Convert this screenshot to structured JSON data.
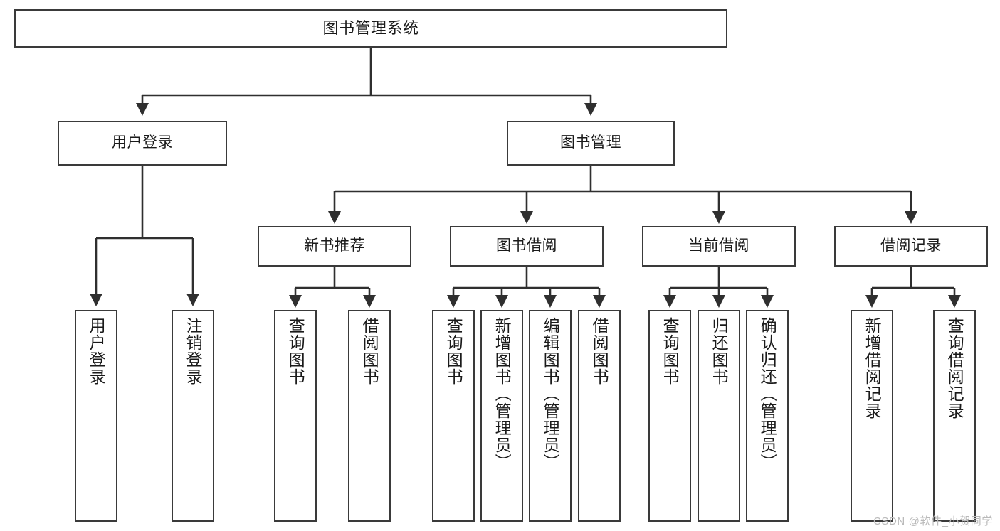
{
  "diagram": {
    "title": "图书管理系统",
    "type": "hierarchy-tree",
    "watermark": "CSDN @软件_小贺同学",
    "colors": {
      "background": "#ffffff",
      "box_border": "#3a3a3a",
      "box_fill": "#ffffff",
      "connector": "#2f2f2f",
      "text": "#1a1a1a",
      "watermark": "#b9b9b9"
    },
    "levels": {
      "level1": [
        {
          "id": "root",
          "label": "图书管理系统"
        }
      ],
      "level2": [
        {
          "id": "user-login",
          "label": "用户登录"
        },
        {
          "id": "book-manage",
          "label": "图书管理"
        }
      ],
      "level3": [
        {
          "id": "new-book-rec",
          "label": "新书推荐"
        },
        {
          "id": "book-borrow",
          "label": "图书借阅"
        },
        {
          "id": "current-borrow",
          "label": "当前借阅"
        },
        {
          "id": "borrow-record",
          "label": "借阅记录"
        }
      ],
      "leaves": {
        "user-login": [
          {
            "id": "leaf-user-login",
            "label": "用户登录"
          },
          {
            "id": "leaf-logout",
            "label": "注销登录"
          }
        ],
        "new-book-rec": [
          {
            "id": "leaf-query-book-1",
            "label": "查询图书"
          },
          {
            "id": "leaf-borrow-book-1",
            "label": "借阅图书"
          }
        ],
        "book-borrow": [
          {
            "id": "leaf-query-book-2",
            "label": "查询图书"
          },
          {
            "id": "leaf-add-book",
            "label": "新增图书（管理员）"
          },
          {
            "id": "leaf-edit-book",
            "label": "编辑图书（管理员）"
          },
          {
            "id": "leaf-borrow-book-2",
            "label": "借阅图书"
          }
        ],
        "current-borrow": [
          {
            "id": "leaf-query-book-3",
            "label": "查询图书"
          },
          {
            "id": "leaf-return-book",
            "label": "归还图书"
          },
          {
            "id": "leaf-confirm-return",
            "label": "确认归还（管理员）"
          }
        ],
        "borrow-record": [
          {
            "id": "leaf-add-record",
            "label": "新增借阅记录"
          },
          {
            "id": "leaf-query-record",
            "label": "查询借阅记录"
          }
        ]
      }
    }
  }
}
